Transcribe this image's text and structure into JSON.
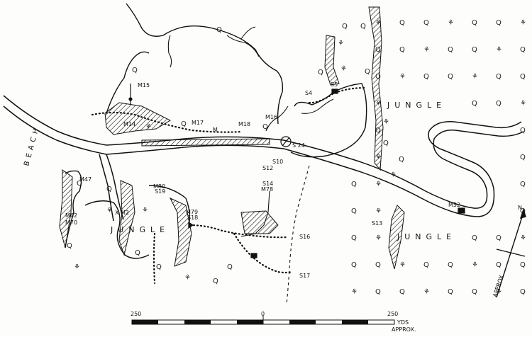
{
  "map": {
    "region_labels": [
      {
        "key": "jungle-east",
        "text": "JUNGLE"
      },
      {
        "key": "jungle-south-east",
        "text": "JUNGLE"
      },
      {
        "key": "jungle-west",
        "text": "JUNGLE"
      },
      {
        "key": "beach",
        "text": "BEACH"
      }
    ],
    "markers": [
      {
        "key": "m15",
        "text": "M15"
      },
      {
        "key": "m14",
        "text": "M14"
      },
      {
        "key": "m17",
        "text": "M17"
      },
      {
        "key": "m",
        "text": "M"
      },
      {
        "key": "m18",
        "text": "M18"
      },
      {
        "key": "m16",
        "text": "M16"
      },
      {
        "key": "s4",
        "text": "S4"
      },
      {
        "key": "s5",
        "text": "S5"
      },
      {
        "key": "s24",
        "text": "S 24"
      },
      {
        "key": "s10",
        "text": "S10"
      },
      {
        "key": "s12",
        "text": "S12"
      },
      {
        "key": "s14",
        "text": "S14"
      },
      {
        "key": "m78",
        "text": "M78"
      },
      {
        "key": "m47",
        "text": "M47"
      },
      {
        "key": "m80",
        "text": "M80"
      },
      {
        "key": "s19",
        "text": "S19"
      },
      {
        "key": "m62",
        "text": "M62"
      },
      {
        "key": "m70",
        "text": "M70"
      },
      {
        "key": "xm2",
        "text": "X M2"
      },
      {
        "key": "m79",
        "text": "M79"
      },
      {
        "key": "s18",
        "text": "S18"
      },
      {
        "key": "s16",
        "text": "S16"
      },
      {
        "key": "s17",
        "text": "S17"
      },
      {
        "key": "m52",
        "text": "M52"
      },
      {
        "key": "s13",
        "text": "S13"
      }
    ],
    "north": {
      "label": "N",
      "note": "APPROX."
    },
    "scale": {
      "left": "250",
      "mid": "0",
      "right": "250",
      "unit": "YDS",
      "note": "APPROX."
    }
  }
}
